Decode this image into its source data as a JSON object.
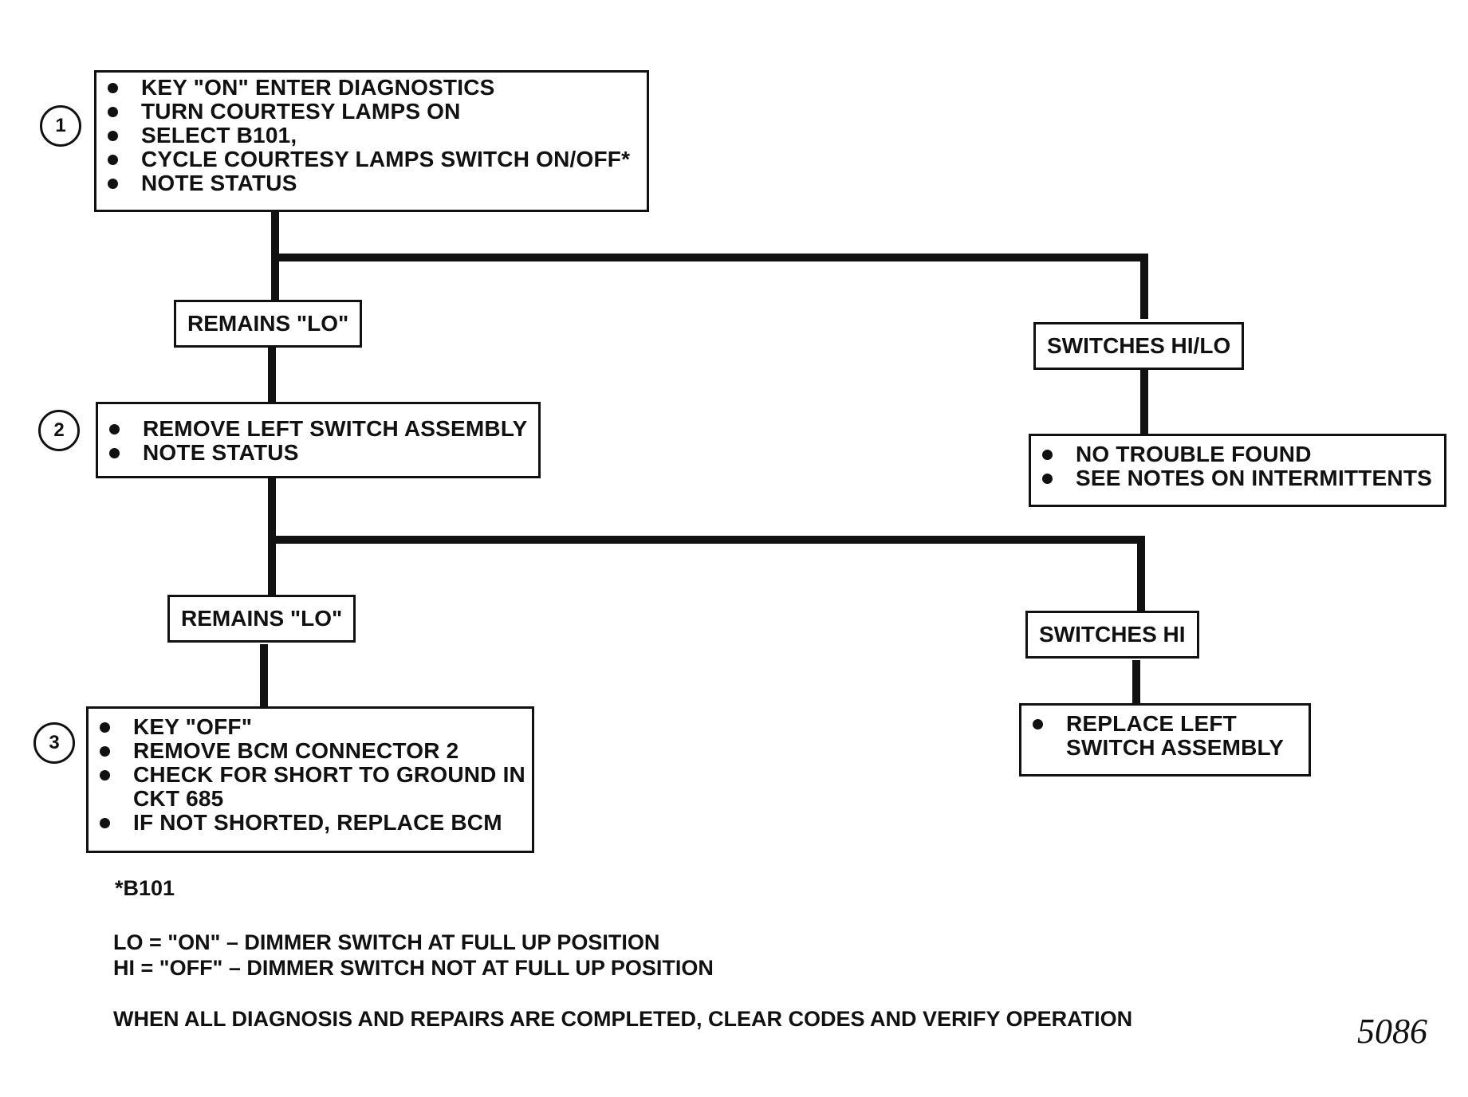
{
  "steps": [
    {
      "number": "1",
      "items": [
        "KEY \"ON\" ENTER DIAGNOSTICS",
        "TURN COURTESY LAMPS ON",
        "SELECT B101,",
        "CYCLE COURTESY LAMPS SWITCH ON/OFF*",
        "NOTE STATUS"
      ]
    },
    {
      "number": "2",
      "items": [
        "REMOVE LEFT SWITCH ASSEMBLY",
        "NOTE STATUS"
      ]
    },
    {
      "number": "3",
      "items": [
        "KEY \"OFF\"",
        "REMOVE BCM CONNECTOR 2",
        "CHECK FOR SHORT TO GROUND IN",
        "IF NOT SHORTED, REPLACE BCM"
      ],
      "continuation": "CKT 685"
    }
  ],
  "branches": {
    "step1_left": "REMAINS \"LO\"",
    "step1_right": "SWITCHES HI/LO",
    "step2_left": "REMAINS \"LO\"",
    "step2_right": "SWITCHES HI"
  },
  "outcomes": {
    "no_trouble": [
      "NO TROUBLE FOUND",
      "SEE NOTES ON INTERMITTENTS"
    ],
    "replace_switch": {
      "line1": "REPLACE LEFT",
      "line2": "SWITCH ASSEMBLY"
    }
  },
  "notes": {
    "footnote": "*B101",
    "lo_def": "LO = \"ON\" – DIMMER SWITCH AT FULL UP POSITION",
    "hi_def": "HI = \"OFF\" – DIMMER SWITCH NOT AT FULL UP POSITION",
    "final": "WHEN ALL DIAGNOSIS AND REPAIRS ARE COMPLETED, CLEAR CODES AND VERIFY OPERATION"
  },
  "figure_number": "5086"
}
